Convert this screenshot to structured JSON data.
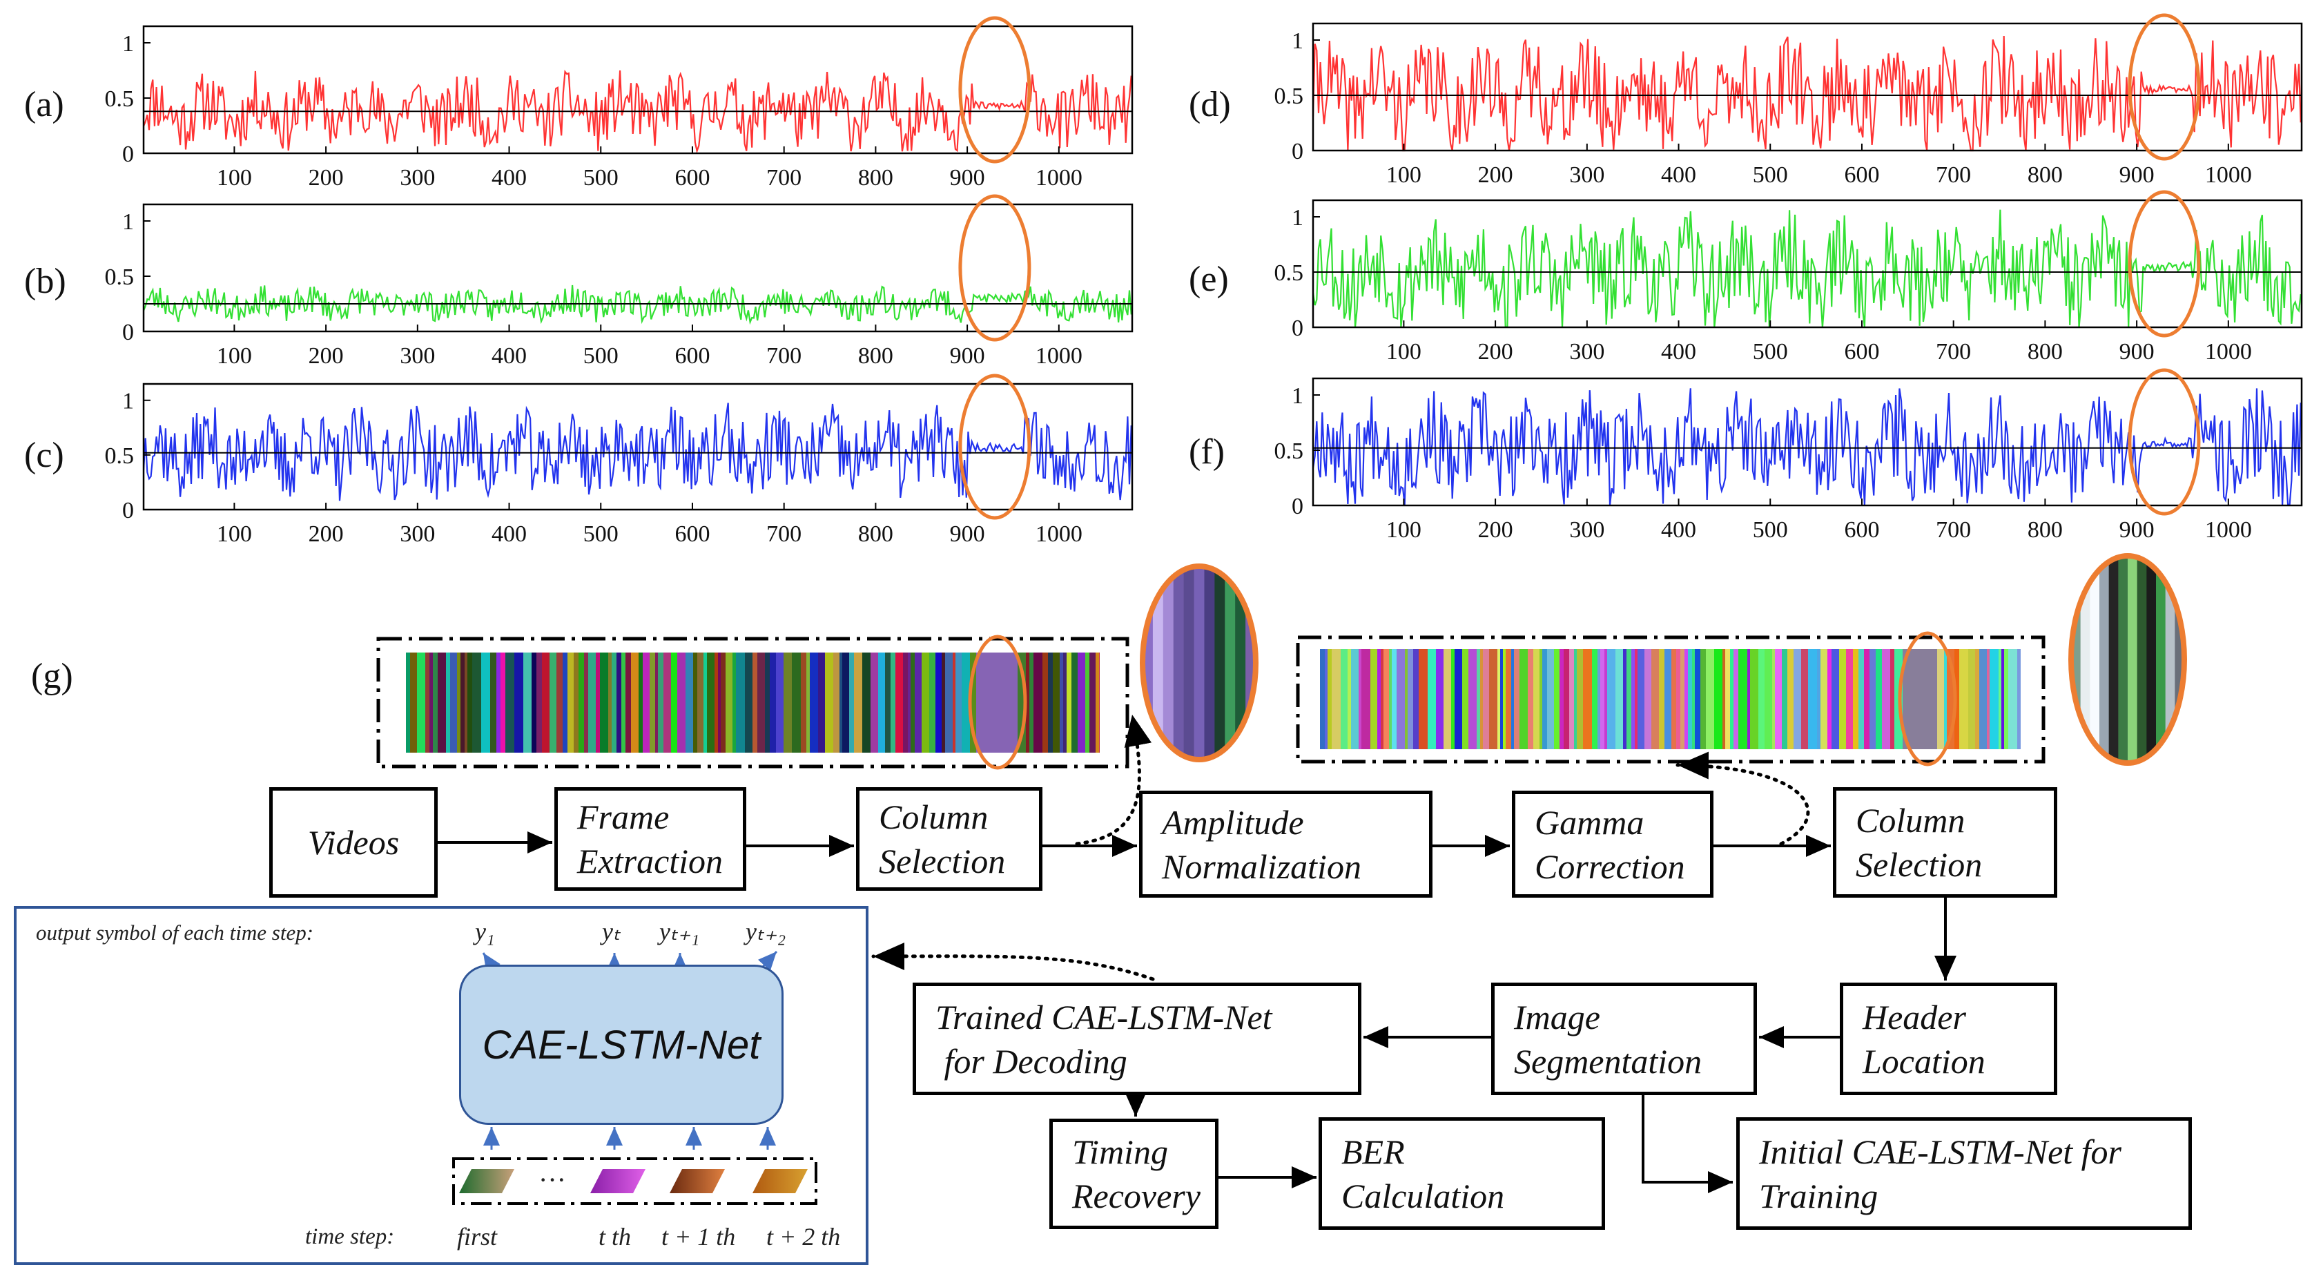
{
  "panel_labels": {
    "a": "(a)",
    "b": "(b)",
    "c": "(c)",
    "d": "(d)",
    "e": "(e)",
    "f": "(f)",
    "g": "(g)"
  },
  "chart_data": [
    {
      "id": "a",
      "type": "line",
      "color": "#ff3333",
      "baseline": 0.38,
      "amp": 0.28,
      "seed": 11,
      "xlim": [
        1,
        1080
      ],
      "ylim": [
        0,
        1.15
      ],
      "x_ticks": [
        100,
        200,
        300,
        400,
        500,
        600,
        700,
        800,
        900,
        1000
      ],
      "y_ticks": [
        "0",
        "0.5",
        "1"
      ],
      "highlight_x": 930
    },
    {
      "id": "b",
      "type": "line",
      "color": "#33e033",
      "baseline": 0.25,
      "amp": 0.13,
      "seed": 23,
      "xlim": [
        1,
        1080
      ],
      "ylim": [
        0,
        1.15
      ],
      "x_ticks": [
        100,
        200,
        300,
        400,
        500,
        600,
        700,
        800,
        900,
        1000
      ],
      "y_ticks": [
        "0",
        "0.5",
        "1"
      ],
      "highlight_x": 930
    },
    {
      "id": "c",
      "type": "line",
      "color": "#2233ee",
      "baseline": 0.52,
      "amp": 0.35,
      "seed": 37,
      "xlim": [
        1,
        1080
      ],
      "ylim": [
        0,
        1.15
      ],
      "x_ticks": [
        100,
        200,
        300,
        400,
        500,
        600,
        700,
        800,
        900,
        1000
      ],
      "y_ticks": [
        "0",
        "0.5",
        "1"
      ],
      "highlight_x": 930
    },
    {
      "id": "d",
      "type": "line",
      "color": "#ff3333",
      "baseline": 0.5,
      "amp": 0.42,
      "seed": 41,
      "xlim": [
        1,
        1080
      ],
      "ylim": [
        0,
        1.15
      ],
      "x_ticks": [
        100,
        200,
        300,
        400,
        500,
        600,
        700,
        800,
        900,
        1000
      ],
      "y_ticks": [
        "0",
        "0.5",
        "1"
      ],
      "highlight_x": 930
    },
    {
      "id": "e",
      "type": "line",
      "color": "#33e033",
      "baseline": 0.5,
      "amp": 0.42,
      "seed": 53,
      "xlim": [
        1,
        1080
      ],
      "ylim": [
        0,
        1.15
      ],
      "x_ticks": [
        100,
        200,
        300,
        400,
        500,
        600,
        700,
        800,
        900,
        1000
      ],
      "y_ticks": [
        "0",
        "0.5",
        "1"
      ],
      "highlight_x": 930
    },
    {
      "id": "f",
      "type": "line",
      "color": "#2233ee",
      "baseline": 0.52,
      "amp": 0.42,
      "seed": 67,
      "xlim": [
        1,
        1080
      ],
      "ylim": [
        0,
        1.15
      ],
      "x_ticks": [
        100,
        200,
        300,
        400,
        500,
        600,
        700,
        800,
        900,
        1000
      ],
      "y_ticks": [
        "0",
        "0.5",
        "1"
      ],
      "highlight_x": 930
    }
  ],
  "flow": {
    "videos": "Videos",
    "frame_extraction": [
      "Frame",
      "Extraction"
    ],
    "column_selection_1": [
      "Column",
      "Selection"
    ],
    "amplitude_normalization": [
      "Amplitude",
      "Normalization"
    ],
    "gamma_correction": [
      "Gamma",
      "Correction"
    ],
    "column_selection_2": [
      "Column",
      "Selection"
    ],
    "header_location": [
      "Header",
      "Location"
    ],
    "image_segmentation": [
      "Image",
      "Segmentation"
    ],
    "trained_net": [
      "Trained CAE-LSTM-Net",
      " for Decoding"
    ],
    "timing_recovery": [
      "Timing",
      "Recovery"
    ],
    "ber_calculation": [
      "BER",
      "Calculation"
    ],
    "initial_net": [
      "Initial CAE-LSTM-Net for",
      "Training"
    ]
  },
  "model": {
    "output_label": "output symbol of each time step:",
    "net_label": "CAE-LSTM-Net",
    "outputs": [
      "y₁",
      "yₜ",
      "yₜ₊₁",
      "yₜ₊₂"
    ],
    "time_label": "time step:",
    "steps": [
      "first",
      "t th",
      "t + 1 th",
      "t + 2 th"
    ],
    "ellipsis": "···"
  },
  "colors": {
    "accent_orange": "#ed7d31",
    "frame_blue": "#2f5597",
    "net_fill": "#bdd7ee"
  }
}
